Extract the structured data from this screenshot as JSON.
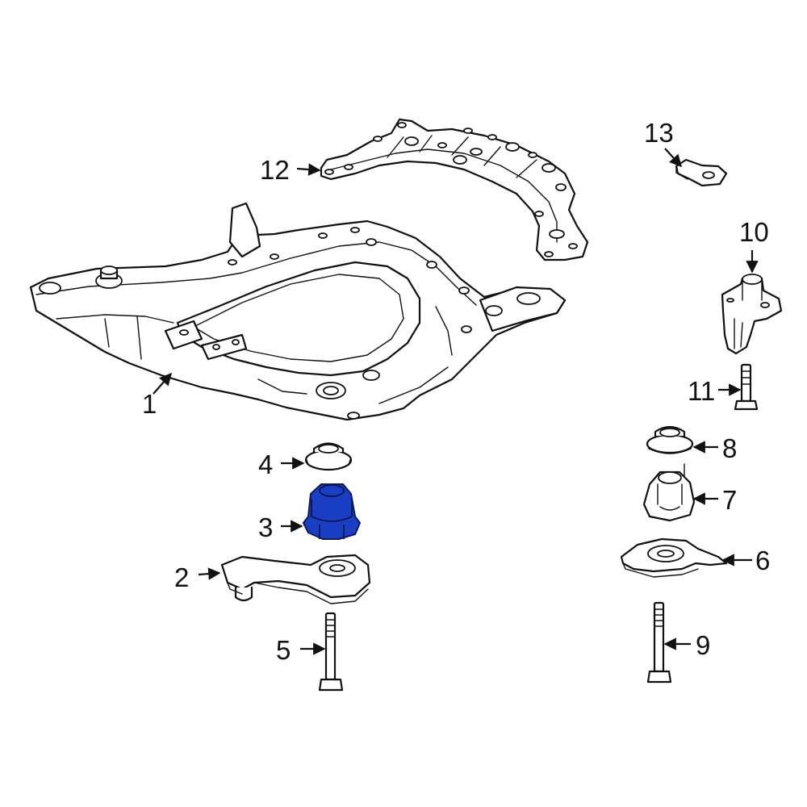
{
  "diagram": {
    "highlight_color": "#1b3fc4",
    "line_color": "#111111",
    "background": "#ffffff",
    "callouts": [
      {
        "id": "1",
        "label": "1",
        "part": "subframe"
      },
      {
        "id": "2",
        "label": "2",
        "part": "mount-bracket"
      },
      {
        "id": "3",
        "label": "3",
        "part": "mount-bushing",
        "highlighted": true
      },
      {
        "id": "4",
        "label": "4",
        "part": "mount-washer"
      },
      {
        "id": "5",
        "label": "5",
        "part": "mount-bolt"
      },
      {
        "id": "6",
        "label": "6",
        "part": "mount-plate"
      },
      {
        "id": "7",
        "label": "7",
        "part": "mount-bushing-rear"
      },
      {
        "id": "8",
        "label": "8",
        "part": "mount-washer-rear"
      },
      {
        "id": "9",
        "label": "9",
        "part": "mount-bolt-rear"
      },
      {
        "id": "10",
        "label": "10",
        "part": "stopper-bracket"
      },
      {
        "id": "11",
        "label": "11",
        "part": "stopper-bolt"
      },
      {
        "id": "12",
        "label": "12",
        "part": "brace"
      },
      {
        "id": "13",
        "label": "13",
        "part": "bracket-clip"
      }
    ]
  }
}
